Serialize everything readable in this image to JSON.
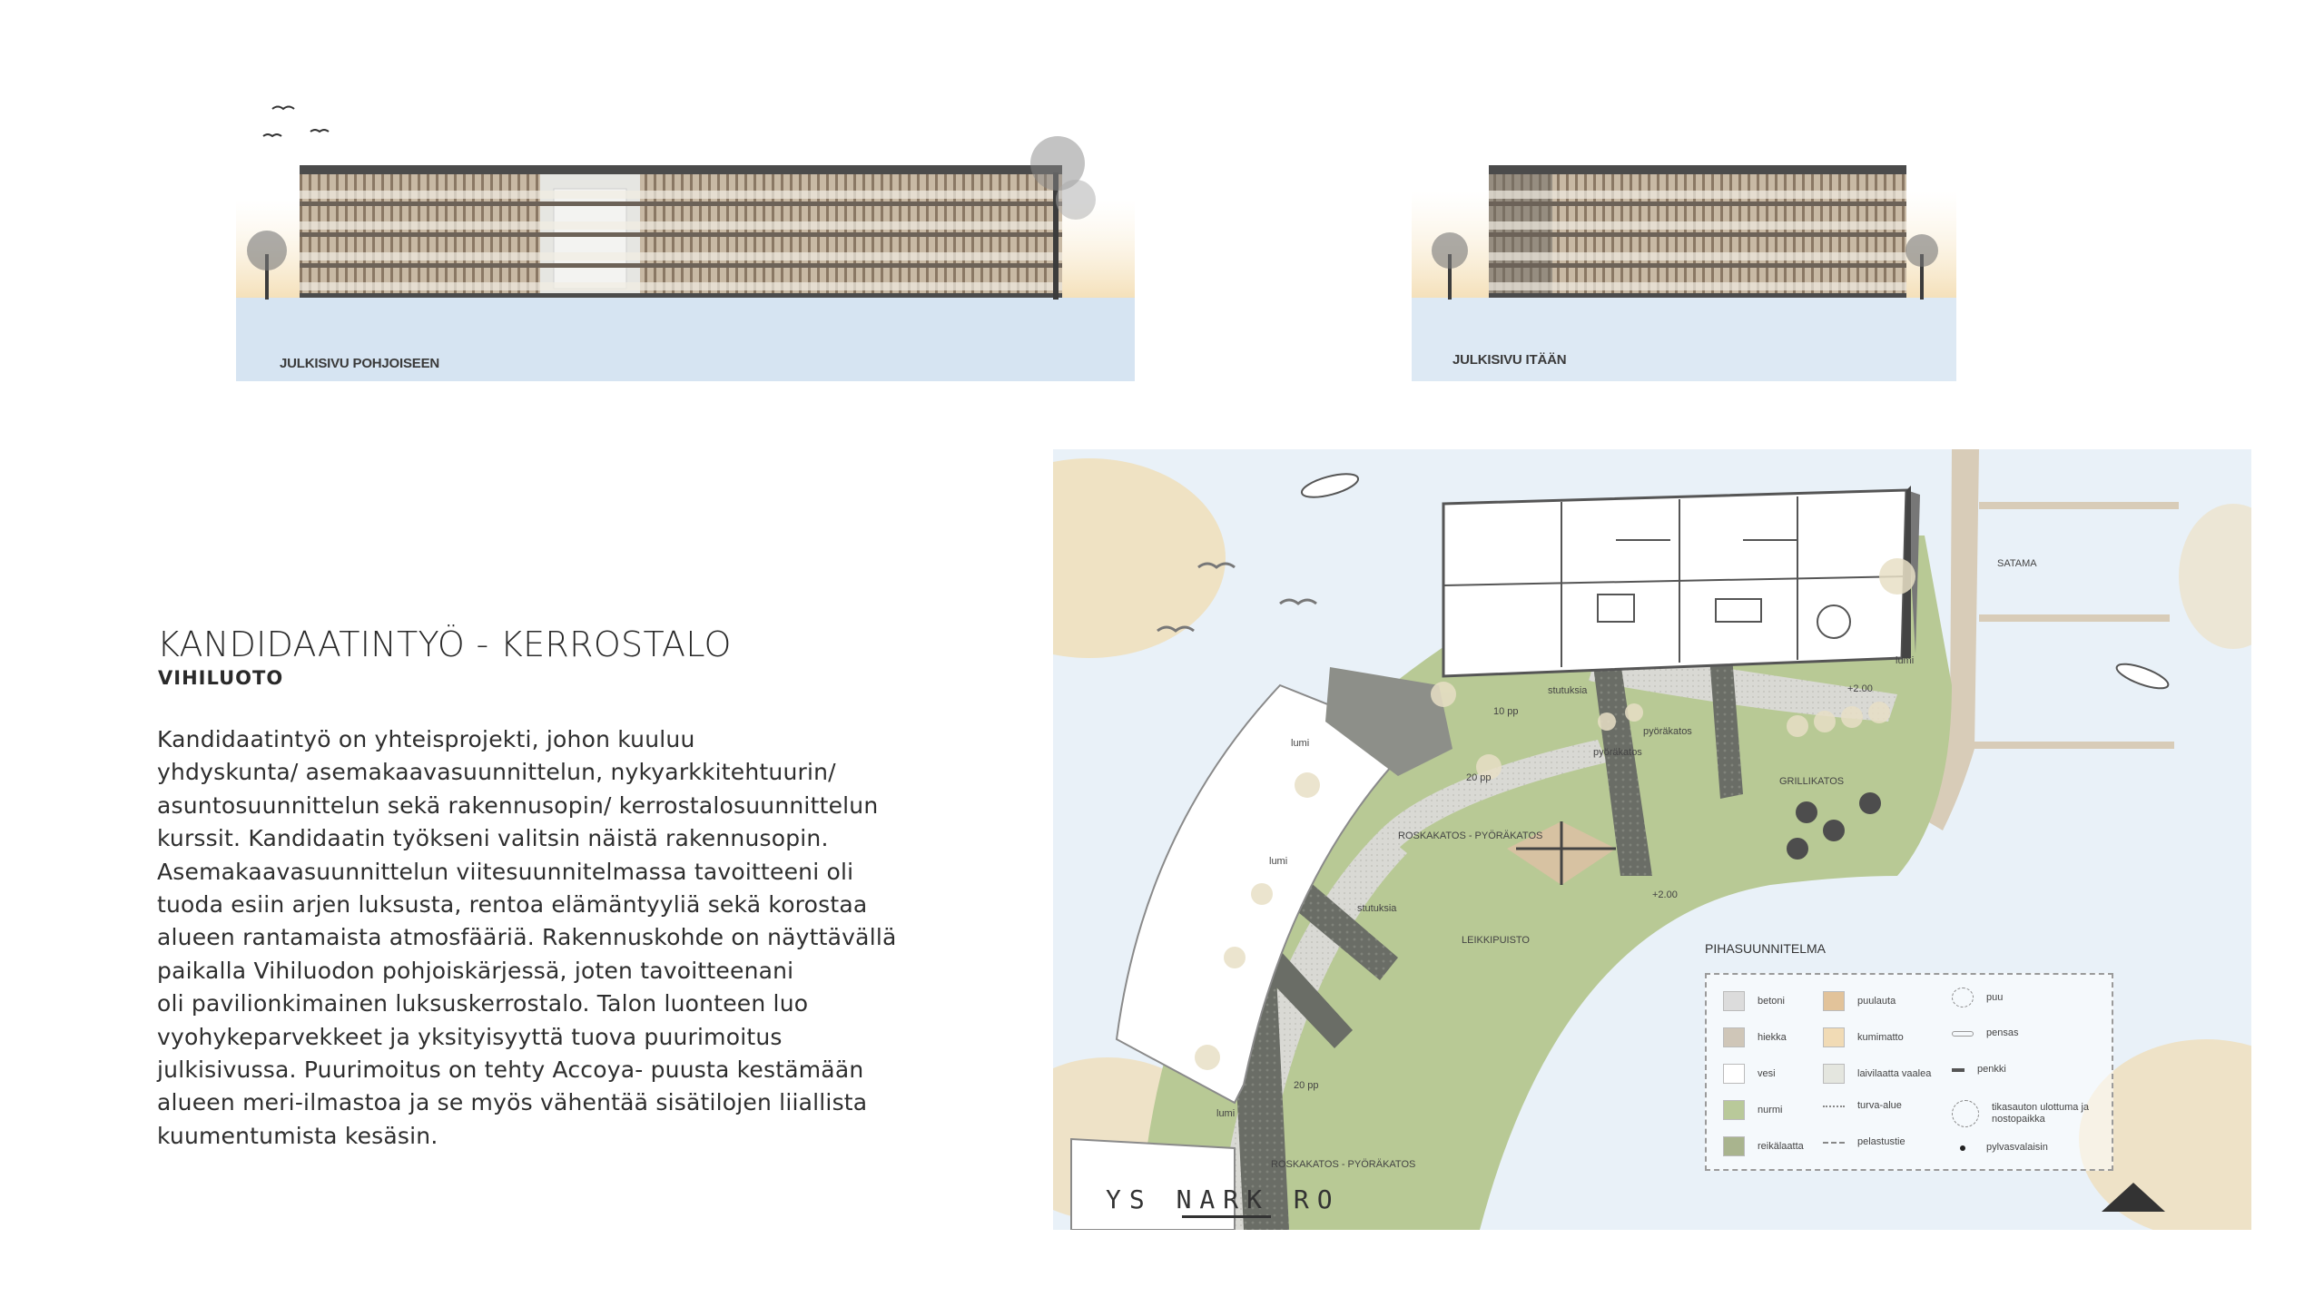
{
  "elevations": {
    "north_label": "JULKISIVU POHJOISEEN",
    "east_label": "JULKISIVU ITÄÄN"
  },
  "project": {
    "title": "KANDIDAATINTYÖ - KERROSTALO",
    "subtitle": "VIHILUOTO",
    "description_lines": [
      "Kandidaatintyö on yhteisprojekti, johon kuuluu",
      "yhdyskunta/ asemakaavasuunnittelun, nykyarkkitehtuurin/",
      "asuntosuunnittelun sekä rakennusopin/ kerrostalosuunnittelun",
      "kurssit. Kandidaatin työkseni valitsin näistä rakennusopin.",
      "Asemakaavasuunnittelun viitesuunnitelmassa tavoitteeni oli",
      "tuoda esiin arjen luksusta, rentoa elämäntyyliä sekä korostaa",
      "alueen rantamaista atmosfääriä. Rakennuskohde on näyttävällä",
      "paikalla Vihiluodon pohjoiskärjessä, joten tavoitteenani",
      "oli pavilionkimainen luksuskerrostalo. Talon luonteen luo",
      "vyohykeparvekkeet ja yksityisyyttä tuova puurimoitus",
      "julkisivussa. Puurimoitus on tehty Accoya- puusta kestämään",
      "alueen meri-ilmastoa ja se myös vähentää sisätilojen liiallista",
      "kuumentumista kesäsin."
    ]
  },
  "site_plan": {
    "labels": {
      "satama": "SATAMA",
      "lumi_1": "lumi",
      "lumi_2": "lumi",
      "lumi_3": "lumi",
      "lumi_4": "lumi",
      "pp_10": "10 pp",
      "pp_20a": "20 pp",
      "pp_20b": "20 pp",
      "level_1": "+2.00",
      "level_2": "+2.00",
      "pyorakatos": "pyöräkatos",
      "pyorakatos_2": "pyöräkatos",
      "grillikatos": "GRILLIKATOS",
      "roskakatos_1": "ROSKAKATOS - PYÖRÄKATOS",
      "roskakatos_2": "ROSKAKATOS - PYÖRÄKATOS",
      "leikkipuisto": "LEIKKIPUISTO",
      "stutuksia_1": "stutuksia",
      "stutuksia_2": "stutuksia"
    },
    "legend_title": "PIHASUUNNITELMA",
    "legend": [
      {
        "label": "betoni",
        "color": "#dcdcdc"
      },
      {
        "label": "hiekka",
        "color": "#cfc6b8"
      },
      {
        "label": "vesi",
        "color": "#ffffff"
      },
      {
        "label": "nurmi",
        "color": "#b9c99a"
      },
      {
        "label": "reikälaatta",
        "color": "#a9b48e"
      },
      {
        "label": "puulauta",
        "color": "#e2c39a"
      },
      {
        "label": "kumimatto",
        "color": "#f1dbb5"
      },
      {
        "label": "laivilaatta vaalea",
        "color": "#e4e6df"
      },
      {
        "label": "turva-alue",
        "color": "#ffffff"
      },
      {
        "label": "pelastustie",
        "color": "#ffffff"
      },
      {
        "label": "puu",
        "color": "#ffffff"
      },
      {
        "label": "pensas",
        "color": "#ffffff"
      },
      {
        "label": "penkki",
        "color": "#ffffff"
      },
      {
        "label": "tikasauton ulottuma ja nostopaikka",
        "color": "#ffffff"
      },
      {
        "label": "pylvasvalaisin",
        "color": "#ffffff"
      }
    ],
    "logo_text": "YS NARK RO"
  },
  "colors": {
    "water": "#e9f1f8",
    "sand": "#f2deb8",
    "grass": "#b8c995",
    "dark_path": "#5b5e57",
    "facade_wood": "#a89580"
  }
}
